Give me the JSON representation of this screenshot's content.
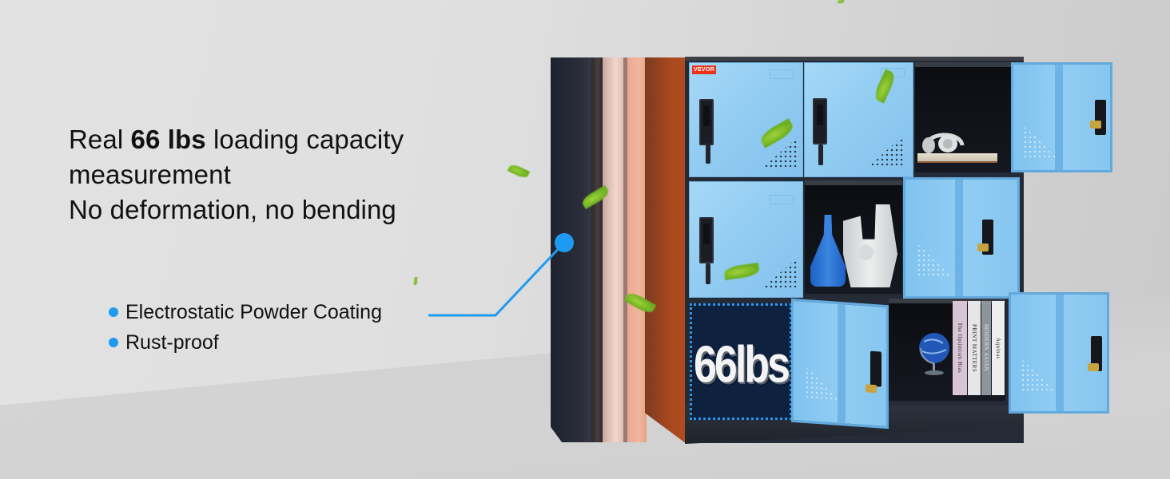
{
  "headline": {
    "line1_prefix": "Real ",
    "line1_bold": "66 lbs",
    "line1_suffix": " loading capacity",
    "line2": "measurement",
    "line3": "No deformation, no bending"
  },
  "features": [
    {
      "label": "Electrostatic Powder Coating",
      "icon": "bullet-dot"
    },
    {
      "label": "Rust-proof",
      "icon": "bullet-dot"
    }
  ],
  "callout": {
    "target": "side-panel-coating",
    "icon": "callout-dot"
  },
  "product": {
    "brand_badge": "VEVOR",
    "weight_label": "66lbs",
    "layout": {
      "rows": 3,
      "cols": 3
    },
    "books": [
      {
        "title": "The Optimism Bias",
        "color": "#d7c4d4"
      },
      {
        "title": "PRINT MATTERS",
        "color": "#e6e6e8"
      },
      {
        "title": "MODERN ASIAN",
        "color": "#8d949c"
      },
      {
        "title": "Aquinas",
        "color": "#eeeeee"
      }
    ]
  },
  "colors": {
    "accent_blue": "#1e9bf0",
    "door_blue": "#93cdf3",
    "cabinet_dark": "#242a36",
    "brand_red": "#e8341c",
    "panel_orange": "#a8491f",
    "panel_salmon": "#f1b69d",
    "weight_box_bg": "#0e2240"
  }
}
